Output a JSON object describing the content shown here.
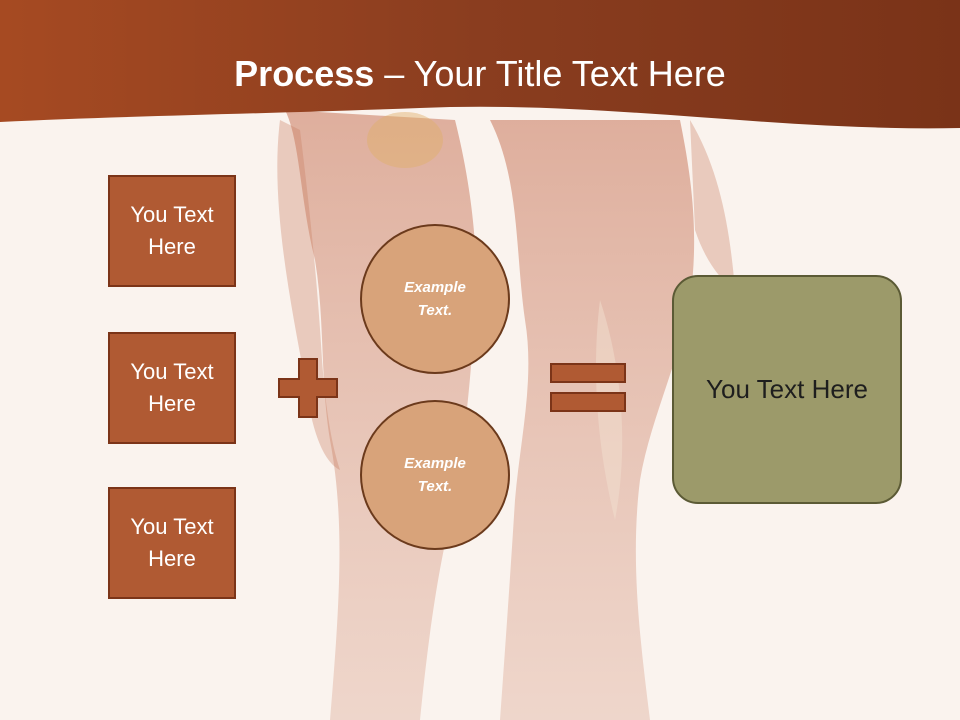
{
  "slide": {
    "title_bold": "Process",
    "title_rest": " – Your Title Text Here",
    "left_boxes": [
      {
        "label": "You Text Here"
      },
      {
        "label": "You Text Here"
      },
      {
        "label": "You Text Here"
      }
    ],
    "circles": [
      {
        "label": "Example Text."
      },
      {
        "label": "Example Text."
      }
    ],
    "result": {
      "label": "You Text Here"
    },
    "operators": {
      "plus": "plus-icon",
      "equals": "equals-icon"
    }
  },
  "colors": {
    "header": "#8a3d1f",
    "box_fill": "#b05a33",
    "box_border": "#7b3418",
    "circle_fill": "#d8a37a",
    "result_fill": "#9c9a6a",
    "background": "#faf3ee"
  }
}
